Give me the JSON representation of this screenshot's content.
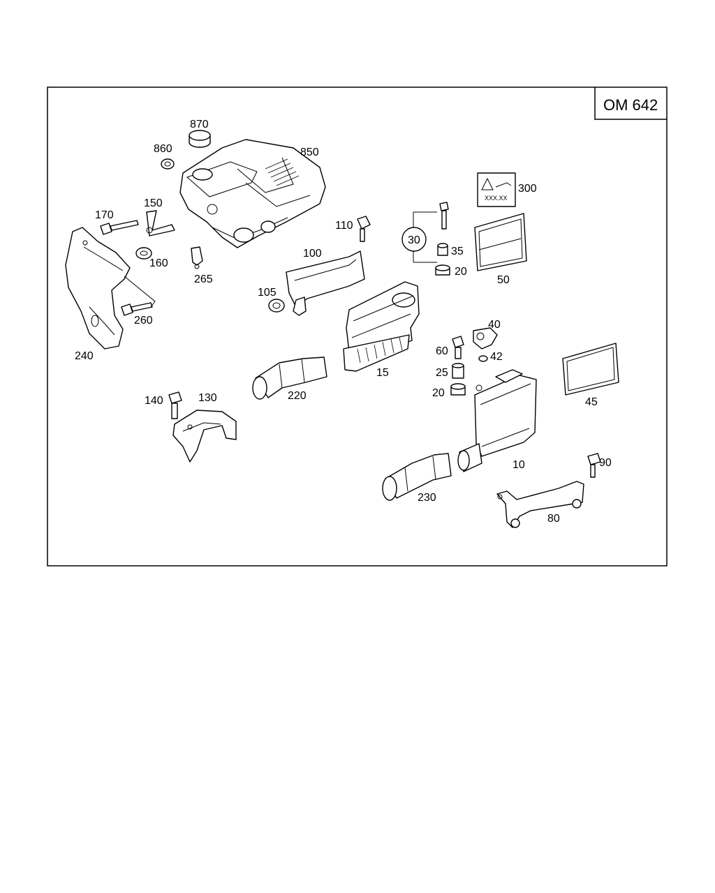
{
  "diagram": {
    "code": "OM 642",
    "labels": {
      "p870": "870",
      "p860": "860",
      "p850": "850",
      "p150": "150",
      "p170": "170",
      "p160": "160",
      "p265": "265",
      "p110": "110",
      "p100": "100",
      "p105": "105",
      "p260": "260",
      "p240": "240",
      "p300": "300",
      "p30": "30",
      "p35": "35",
      "p20a": "20",
      "p50": "50",
      "p15": "15",
      "p40": "40",
      "p60": "60",
      "p42": "42",
      "p25": "25",
      "p20b": "20",
      "p45": "45",
      "p220": "220",
      "p140": "140",
      "p130": "130",
      "p10": "10",
      "p90": "90",
      "p230": "230",
      "p80": "80"
    },
    "warning_label": {
      "text": "XXX.XX"
    }
  }
}
